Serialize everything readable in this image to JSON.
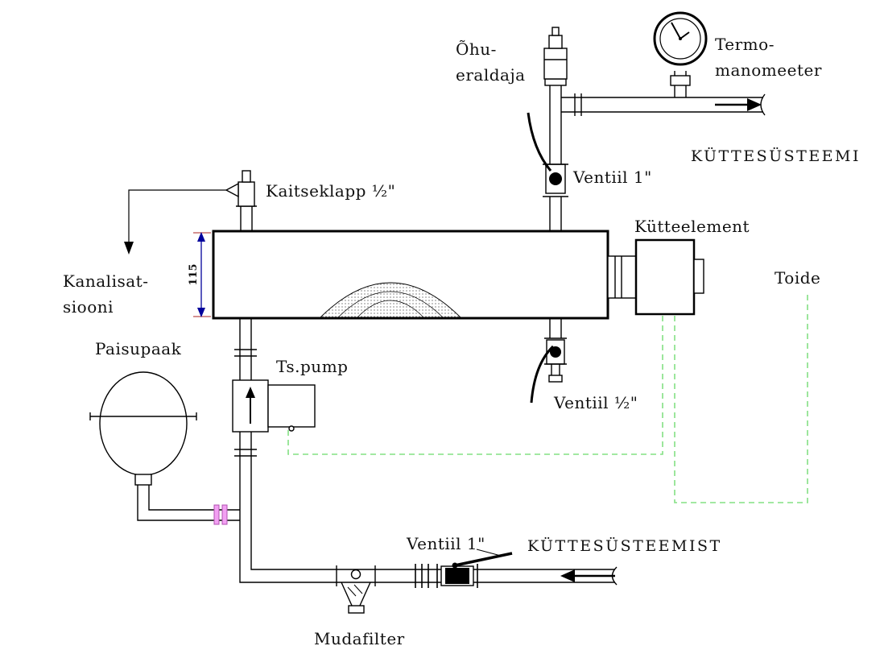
{
  "diagram": {
    "kind": "heating-system-piping-schematic",
    "language": "Estonian",
    "labels": {
      "air_separator_line1": "Õhu-",
      "air_separator_line2": "eraldaja",
      "thermo_manometer_line1": "Termo-",
      "thermo_manometer_line2": "manomeeter",
      "to_heating_system": "KÜTTESÜSTEEMI",
      "valve_top": "Ventiil 1\"",
      "safety_valve": "Kaitseklapp  ½\"",
      "heating_element": "Kütteelement",
      "power_supply": "Toide",
      "to_sewage_line1": "Kanalisat-",
      "to_sewage_line2": "siooni",
      "tank_height_dim": "115",
      "expansion_tank": "Paisupaak",
      "circulation_pump": "Ts.pump",
      "valve_half": "Ventiil  ½\"",
      "valve_bottom": "Ventiil 1\"",
      "from_heating_system": "KÜTTESÜSTEEMIST",
      "mud_filter": "Mudafilter"
    },
    "colors": {
      "line": "#000000",
      "dimension": "#00009c",
      "extension_tick": "#aa2222",
      "control_wire": "#84e084",
      "union_fitting": "#f2a0f2",
      "background": "#ffffff"
    }
  }
}
